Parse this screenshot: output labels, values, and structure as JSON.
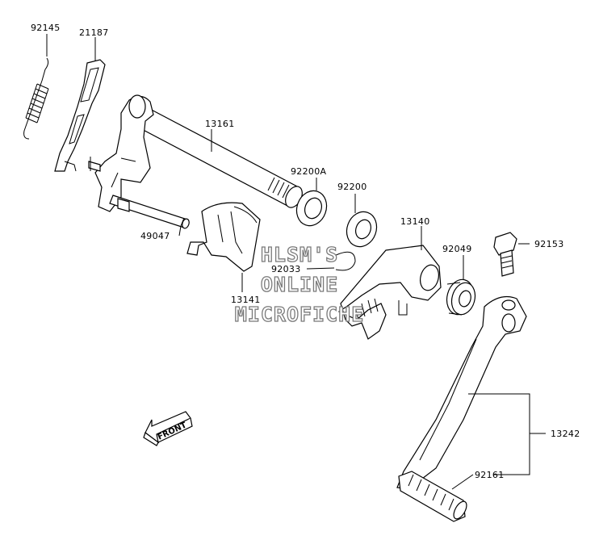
{
  "labels": {
    "l92145": "92145",
    "l21187": "21187",
    "l13161": "13161",
    "l92200A": "92200A",
    "l92200": "92200",
    "l49047": "49047",
    "l13140": "13140",
    "l92049": "92049",
    "l92153": "92153",
    "l92033": "92033",
    "l13141": "13141",
    "l13242": "13242",
    "l92161": "92161"
  },
  "watermark": {
    "line1": "HLSM'S",
    "line2": "ONLINE",
    "line3": "MICROFICHE"
  },
  "front_arrow": "FRONT"
}
